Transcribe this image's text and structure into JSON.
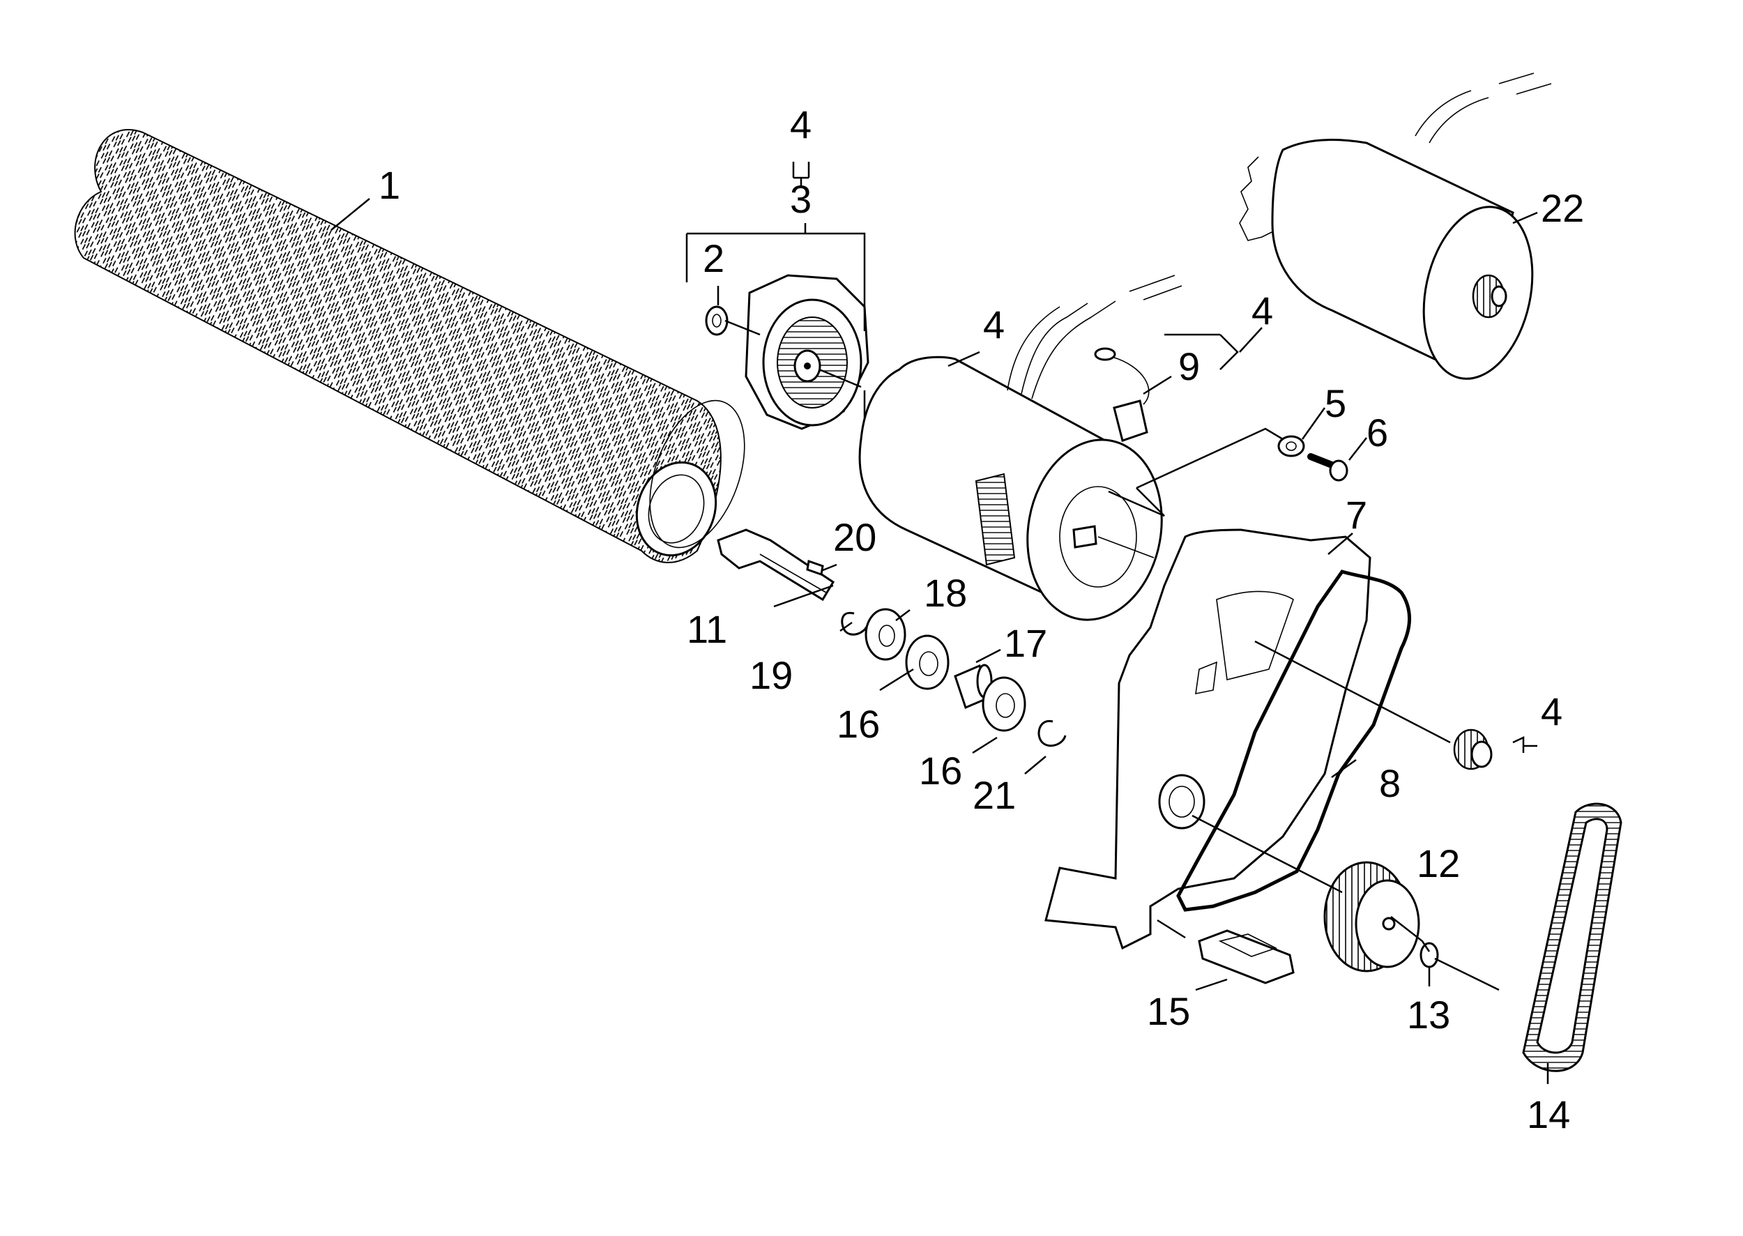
{
  "labels": {
    "l1": "1",
    "l2": "2",
    "l3": "3",
    "l4a": "4",
    "l4b": "4",
    "l4c": "4",
    "l4d": "4",
    "l5": "5",
    "l6": "6",
    "l7": "7",
    "l8": "8",
    "l9": "9",
    "l11": "11",
    "l12": "12",
    "l13": "13",
    "l14": "14",
    "l15": "15",
    "l16a": "16",
    "l16b": "16",
    "l17": "17",
    "l18": "18",
    "l19": "19",
    "l20": "20",
    "l21": "21",
    "l22": "22"
  }
}
